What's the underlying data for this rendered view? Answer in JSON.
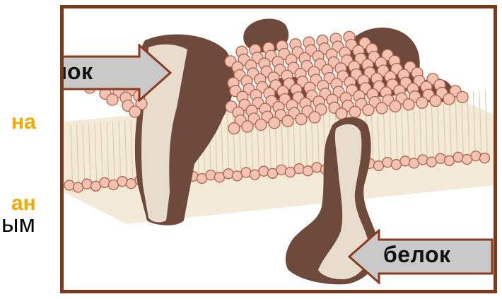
{
  "slide": {
    "left_text": [
      "на",
      "ан",
      "ым"
    ],
    "left_text_colors": [
      "#f2a900",
      "#f2a900",
      "#000000"
    ],
    "labels": {
      "top": "белок",
      "bottom": "белок"
    },
    "colors": {
      "frame": "#7a3a1e",
      "lipid_head": "#f2c2b2",
      "lipid_head_stroke": "#b0604a",
      "protein": "#6e4a3c",
      "protein_cut": "#e8ddcc",
      "label_box": "#c9c9c9"
    }
  }
}
